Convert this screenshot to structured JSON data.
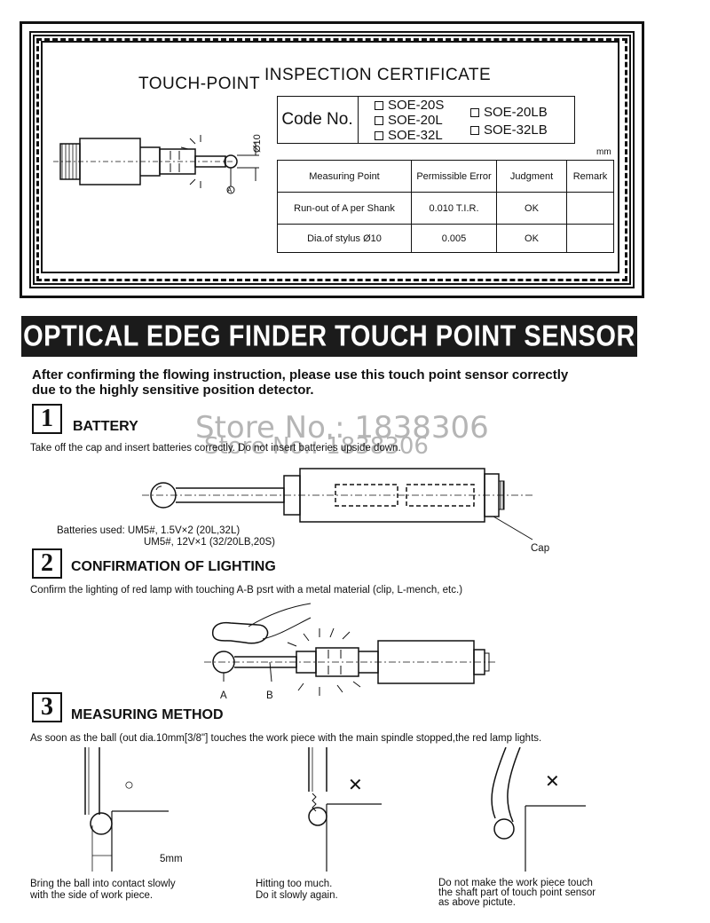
{
  "certificate": {
    "brand": "TOUCH-POINT",
    "title": "INSPECTION CERTIFICATE",
    "code_label": "Code No.",
    "codes": [
      "SOE-20S",
      "SOE-20L",
      "SOE-32L",
      "SOE-20LB",
      "SOE-32LB"
    ],
    "dia_label": "Ø10",
    "point_label": "A",
    "unit": "mm",
    "table": {
      "headers": [
        "Measuring Point",
        "Permissible Error",
        "Judgment",
        "Remark"
      ],
      "rows": [
        [
          "Run-out of A per Shank",
          "0.010 T.I.R.",
          "OK",
          ""
        ],
        [
          "Dia.of stylus Ø10",
          "0.005",
          "OK",
          ""
        ]
      ]
    }
  },
  "banner": "OPTICAL EDEG FINDER TOUCH POINT SENSOR",
  "intro": [
    "After confirming the flowing instruction, please use this touch point sensor correctly",
    "due to the highly sensitive position detector."
  ],
  "watermark": [
    "Store No.: 1838306",
    "Store No.: 1838306"
  ],
  "steps": [
    {
      "number": "1",
      "title": "BATTERY",
      "text": "Take off the cap and insert batteries correctly. Do not insert batteries upside down.",
      "batteries_label": "Batteries used:",
      "batteries_line1": "UM5#, 1.5V×2 (20L,32L)",
      "batteries_line2": "UM5#, 12V×1 (32/20LB,20S)",
      "cap_label": "Cap"
    },
    {
      "number": "2",
      "title": "CONFIRMATION OF LIGHTING",
      "text": "Confirm the lighting of red lamp with touching A-B psrt with a metal material (clip, L-mench, etc.)",
      "label_a": "A",
      "label_b": "B"
    },
    {
      "number": "3",
      "title": "MEASURING METHOD",
      "text": "As soon as the ball (out dia.10mm[3/8\"] touches the work piece with the main spindle stopped,the red lamp lights.",
      "gap_label": "5mm",
      "marks": [
        "○",
        "✕",
        "✕"
      ],
      "captions": [
        [
          "Bring the ball into contact slowly",
          "with the side of work piece."
        ],
        [
          "Hitting too much.",
          "Do it slowly again."
        ],
        [
          "Do not make the work piece touch",
          "the shaft part of touch point sensor",
          "as above pictute."
        ]
      ]
    }
  ]
}
